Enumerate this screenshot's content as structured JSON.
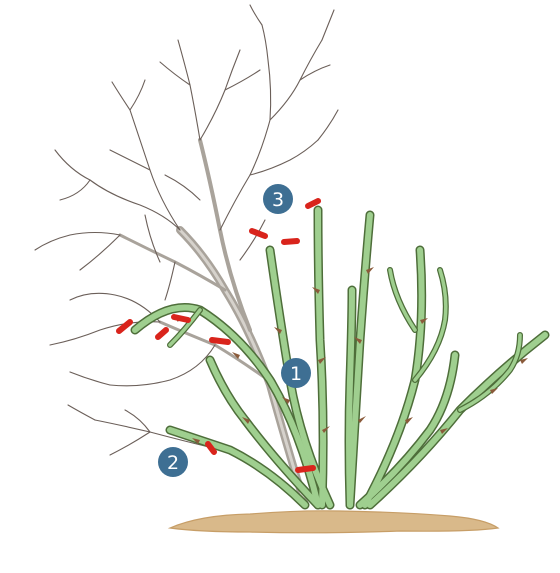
{
  "colors": {
    "background": "#ffffff",
    "soil": "#d9b98a",
    "soil_edge": "#c79e67",
    "cane_fill": "#9fcf8f",
    "cane_edge": "#4e6e3a",
    "dead_wood": "#a9a39b",
    "dead_twig": "#6b5f59",
    "cut_mark": "#d9241c",
    "badge": "#3e6f93",
    "badge_text": "#ffffff",
    "thorn": "#8a5a3a"
  },
  "markers": [
    {
      "id": "marker-1",
      "label": "1"
    },
    {
      "id": "marker-2",
      "label": "2"
    },
    {
      "id": "marker-3",
      "label": "3"
    }
  ]
}
